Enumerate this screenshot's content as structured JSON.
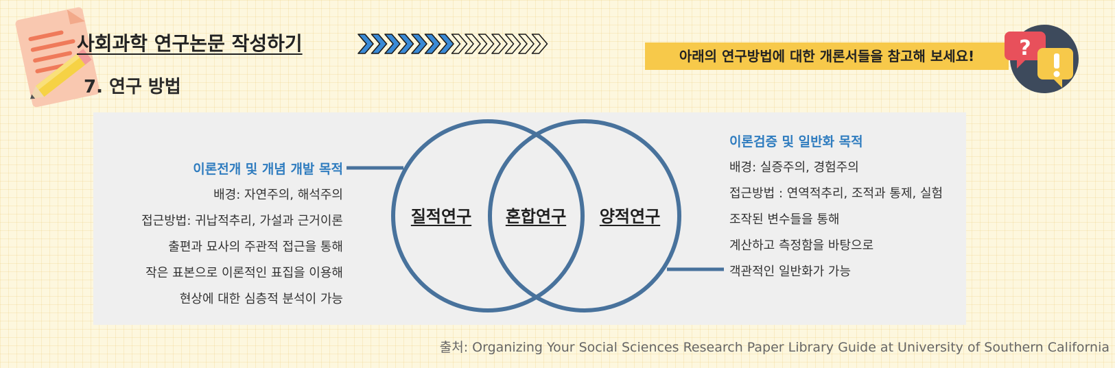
{
  "header": {
    "title": "사회과학 연구논문 작성하기",
    "subtitle": "7. 연구 방법",
    "notice": "아래의 연구방법에 대한 개론서들을 참고해 보세요!"
  },
  "venn": {
    "left_label": "질적연구",
    "center_label": "혼합연구",
    "right_label": "양적연구"
  },
  "qualitative": {
    "heading": "이론전개 및 개념 개발 목적",
    "lines": [
      "배경: 자연주의, 해석주의",
      "접근방법: 귀납적추리, 가설과 근거이론",
      "출편과 묘사의 주관적 접근을 통해",
      "작은 표본으로 이론적인 표집을 이용해",
      "현상에 대한 심층적 분석이 가능"
    ]
  },
  "quantitative": {
    "heading": "이론검증 및 일반화 목적",
    "lines": [
      "배경: 실증주의, 경험주의",
      "접근방법 : 연역적추리, 조적과 통제, 실험",
      "조작된 변수들을 통해",
      "계산하고 측정함을 바탕으로",
      "객관적인 일반화가 가능"
    ]
  },
  "footer": {
    "source": "출처: Organizing Your Social Sciences Research Paper Library Guide at University of Southern California"
  },
  "colors": {
    "circle": "#48729c",
    "heading": "#2f7cbf",
    "chevron_blue": "#3a8ad6",
    "notice_bg": "#f7c94a",
    "panel_bg": "#efefef"
  },
  "icons": {
    "left": "paper-pencil-icon",
    "right": "question-exclamation-icon"
  }
}
